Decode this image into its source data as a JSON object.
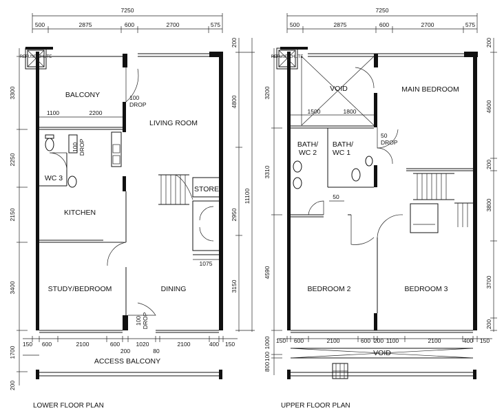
{
  "lower": {
    "caption": "LOWER FLOOR PLAN",
    "top_total": "7250",
    "top_parts": [
      "500",
      "2875",
      "600",
      "2700",
      "575"
    ],
    "left_dims": [
      "3300",
      "2250",
      "2150",
      "3400"
    ],
    "left_bottom": [
      "1700",
      "200"
    ],
    "right_dims": [
      "4800",
      "2950",
      "3150"
    ],
    "right_top": "200",
    "total_height": "11100",
    "bottom_parts": [
      "150",
      "600",
      "2100",
      "600",
      "200",
      "1020",
      "80",
      "2100",
      "400",
      "150"
    ],
    "rooms": {
      "balcony": "BALCONY",
      "living": "LIVING ROOM",
      "wc": "WC 3",
      "kitchen": "KITCHEN",
      "store": "STORE",
      "study": "STUDY/BEDROOM",
      "dining": "DINING",
      "access": "ACCESS BALCONY",
      "refuse": "REFUSE CHUTE"
    },
    "notes": {
      "d1100": "1100",
      "d2200": "2200",
      "drop1_a": "100",
      "drop1_b": "DROP",
      "drop2_a": "100",
      "drop2_b": "DROP",
      "drop3_a": "100",
      "drop3_b": "DROP",
      "d1075": "1075"
    }
  },
  "upper": {
    "caption": "UPPER FLOOR PLAN",
    "top_total": "7250",
    "top_parts": [
      "500",
      "2875",
      "600",
      "2700",
      "575"
    ],
    "left_dims": [
      "3200",
      "3310",
      "4590"
    ],
    "left_bottom": [
      "1000",
      "100",
      "800"
    ],
    "right_dims": [
      "4600",
      "200",
      "3800",
      "3700",
      "200"
    ],
    "right_top": "200",
    "bottom_parts": [
      "150",
      "600",
      "2100",
      "600",
      "200",
      "1100",
      "2100",
      "400",
      "150"
    ],
    "rooms": {
      "void_top": "VOID",
      "main": "MAIN BEDROOM",
      "bath2_a": "BATH/",
      "bath2_b": "WC 2",
      "bath1_a": "BATH/",
      "bath1_b": "WC 1",
      "bed2": "BEDROOM 2",
      "bed3": "BEDROOM 3",
      "void_bottom": "VOID",
      "refuse": "REFUSE CHUTE"
    },
    "notes": {
      "d1500": "1500",
      "d1800": "1800",
      "drop50a": "50",
      "drop50b": "DROP",
      "d50": "50"
    }
  }
}
